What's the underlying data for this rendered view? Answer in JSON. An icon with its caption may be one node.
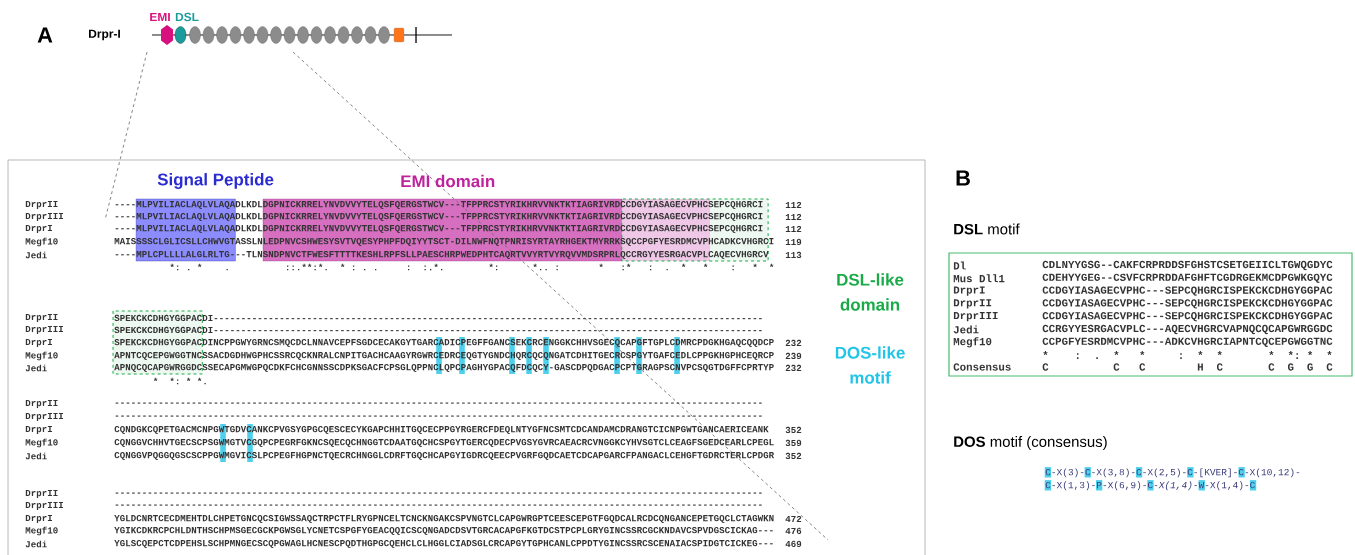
{
  "diagram": {
    "labels": [
      "A",
      "EMI",
      "DSL",
      "Drpr-I",
      "Signal Peptide",
      "EMI domain",
      "DrprII",
      "----MLPVILIACLAQLVLAQADLKDLDGPNICKRRELYNVDVVYTELQSFQERGSTWCV---TFPPRCSTYRIKHRVVNKTKTIAGRIVRDCCDGYIASAGECVPHCSEPCQHGRCI",
      "112",
      "DrprIII",
      "----MLPVILIACLAQLVLAQADLKDLDGPNICKRRELYNVDVVYTELQSFQERGSTWCV---TFPPRCSTYRIKHRVVNKTKTIAGRIVRDCCDGYIASAGECVPHCSEPCQHGRCI",
      "112",
      "DrprI",
      "----MLPVILIACLAQLVLAQADLKDLDGPNICKRRELYNVDVVYTELQSFQERGSTWCV---TFPPRCSTYRIKHRVVNKTKTIAGRIVRDCCDGYIASAGECVPHCSEPCQHGRCI",
      "112",
      "Megf10",
      "MAISSSSCLGLICSLLCHWVGTASSLNLEDPNVCSHWESYSVTVQESYPHPFDQIYYTSCT-DILNWFNQTPNRISYRTAYRHGEKTMYRRKSQCCPGFYESRDMCVPHCADKCVHGRCI",
      "119",
      "Jedi",
      "----MPLCPLLLLALGLRLTG---TLNSNDPNVCTFWESFTTTTKESHLRPFSLLPAESCHRPWEDPHTCAQRTVVYRTVYRQVVMDSRPRLQCCRGYYESRGACVPLCAQECVHGRCV",
      "113",
      "*: . *    .          ::.**:*.  * : . .     :  :.*.        *:      *.. :       *   :*   :  .  *   *    :   *  *",
      "DSL-like domain",
      "DrprII",
      "SPEKCKCDHGYGGPACDI----------------------------------------------------------------------------------------------------",
      "DrprIII",
      "SPEKCKCDHGYGGPACDI----------------------------------------------------------------------------------------------------",
      "DrprI",
      "SPEKCKCDHGYGGPACDINCPPGWYGRNCSMQCDCLNNAVCEPFSGDCECAKGYTGARCADICPEGFFGANCSEKCRCENGGKCHHVSGECQCAPGFTGPLCDMRCPDGKHGAQCQQDCP",
      "232",
      "Megf10",
      "APNTCQCEPGWGGTNCSSACDGDHWGPHCSSRCQCKNRALCNPITGACHCAAGYRGWRCEDRCEQGTYGNDCHQRCQCQNGATCDHITGECRCSPGYTGAFCEDLCPPGKHGPHCEQRCP",
      "239",
      "Jedi",
      "APNQCQCAPGWRGGDCSSECAPGMWGPQCDKFCHCGNNSSCDPKSGACFCPSGLQPPNCLQPCPAGHYGPACQFDCQCY-GASCDPQDGACPCPTGRAGPSCNVPCSQGTDGFFCPRTYP",
      "232",
      "*  *: * *.",
      "DOS-like motif",
      "DrprII",
      "----------------------------------------------------------------------------------------------------------------------",
      "DrprIII",
      "----------------------------------------------------------------------------------------------------------------------",
      "DrprI",
      "CQNDGKCQPETGACMCNPGWTGDVCANKCPVGSYGPGCQESCECYKGAPCHHITGQCECPPGYRGERCFDEQLNTYGFNCSMTCDCANDAMCDRANGTCICNPGWTGANCAERICEANK",
      "352",
      "Megf10",
      "CQNGGVCHHVTGECSCPSGWMGTVCGQPCPEGRFGKNCSQECQCHNGGTCDAATGQCHCSPGYTGERCQDECPVGSYGVRCAEACRCVNGGKCYHVSGTCLCEAGFSGEDCEARLCPEGL",
      "359",
      "Jedi",
      "CQNGGVPQGGQGSCSCPPGWMGVICSLPCPEGFHGPNCTQECRCHNGGLCDRFTGQCHCAPGYIGDRCQEECPVGRFGQDCAETCDCAPGARCFPANGACLCEHGFTGDRCTERLCPDGR",
      "352",
      "DrprII",
      "----------------------------------------------------------------------------------------------------------------------",
      "DrprIII",
      "----------------------------------------------------------------------------------------------------------------------",
      "DrprI",
      "YGLDCNRTCECDMEHTDLCHPETGNCQCSIGWSSAQCTRPCTFLRYGPNCELTCNCKNGAKCSPVNGTCLCAPGWRGPTCEESCEPGTFGQDCALRCDCQNGANCEPETGQCLCTAGWKN",
      "472",
      "Megf10",
      "YGIKCDKRCPCHLDNTHSCHPMSGECGCKPGWSGLYCNETCSPGFYGEACQQICSCQNGADCDSVTGRCACAPGFKGTDCSTPCPLGRYGINCSSRCGCKNDAVCSPVDGSCICKAG---",
      "476",
      "Jedi",
      "YGLSCQEPCTCDPEHSLSCHPMNGECSCQPGWAGLHCNESCPQDTHGPGCQEHCLCLHGGLCIADSGLCRCAPGYTGPHCANLCPPDTYGINCSSRCSCENAIACSPIDGTCICKEG---",
      "469",
      "B",
      "**DSL** motif",
      "Dl",
      "CDLNYYGSG--CAKFCRPRDDSFGHSTCSETGEIICLTGWQGDYC",
      "Mus Dll1",
      "CDEHYYGEG--CSVFCRPRDDAFGHFTCGDRGEKMCDPGWKGQYC",
      "DrprI",
      "CCDGYIASAGECVPHC---SEPCQHGRCISPEKCKCDHGYGGPAC",
      "DrprII",
      "CCDGYIASAGECVPHC---SEPCQHGRCISPEKCKCDHGYGGPAC",
      "DrprIII",
      "CCDGYIASAGECVPHC---SEPCQHGRCISPEKCKCDHGYGGPAC",
      "Jedi",
      "CCRGYYESRGACVPLC---AQECVHGRCVAPNQCQCAPGWRGGDC",
      "Megf10",
      "CCPGFYESRDMCVPHC---ADKCVHGRCIAPNTCQCEPGWGGTNC",
      "*    :  .  *   *     :  *  *       *  *: *  *",
      "Consensus",
      "C          C   C        H  C       C  G  G  C",
      "**DOS** motif (consensus)",
      "C-X(3)-C-X(3,8)-C-X(2,5)-C-[KVER]-C-X(10,12)-C-X(1,3)-P-X(6,9)-C-*X(1,4)*-W-X(1,4)-C"
    ]
  }
}
